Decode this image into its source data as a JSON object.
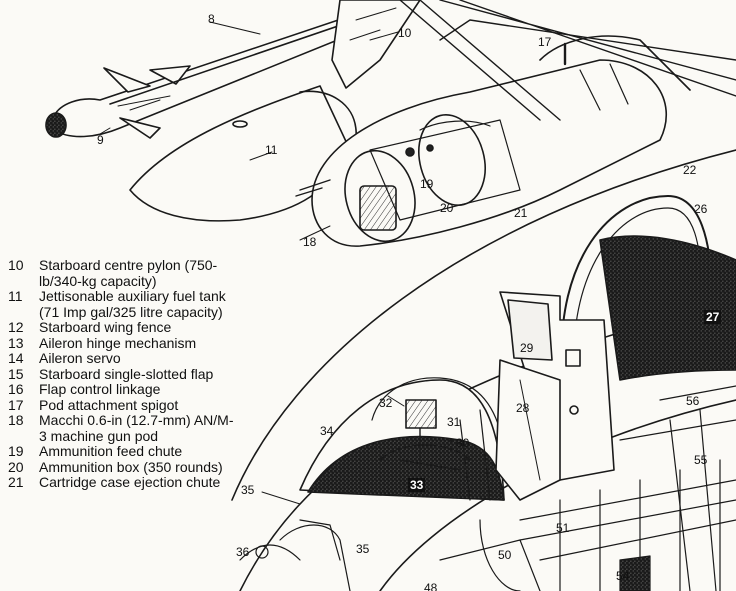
{
  "callouts": {
    "c8": "8",
    "c9": "9",
    "c10": "10",
    "c11": "11",
    "c17": "17",
    "c18": "18",
    "c19": "19",
    "c20": "20",
    "c21": "21",
    "c22": "22",
    "c26": "26",
    "c27": "27",
    "c28": "28",
    "c29": "29",
    "c30": "30",
    "c31": "31",
    "c32": "32",
    "c33": "33",
    "c34": "34",
    "c35a": "35",
    "c35b": "35",
    "c36": "36",
    "c48": "48",
    "c50": "50",
    "c51": "51",
    "c54": "54",
    "c55": "55",
    "c56": "56"
  },
  "legend": [
    {
      "num": "10",
      "text": "Starboard centre pylon (750-lb/340-kg capacity)"
    },
    {
      "num": "11",
      "text": "Jettisonable auxiliary fuel tank (71 Imp gal/325 litre capacity)"
    },
    {
      "num": "12",
      "text": "Starboard wing fence"
    },
    {
      "num": "13",
      "text": "Aileron hinge mechanism"
    },
    {
      "num": "14",
      "text": "Aileron servo"
    },
    {
      "num": "15",
      "text": "Starboard single-slotted flap"
    },
    {
      "num": "16",
      "text": "Flap control linkage"
    },
    {
      "num": "17",
      "text": "Pod attachment spigot"
    },
    {
      "num": "18",
      "text": "Macchi 0.6-in (12.7-mm) AN/M-3 machine gun pod"
    },
    {
      "num": "19",
      "text": "Ammunition feed chute"
    },
    {
      "num": "20",
      "text": "Ammunition box (350 rounds)"
    },
    {
      "num": "21",
      "text": "Cartridge case ejection chute"
    }
  ]
}
